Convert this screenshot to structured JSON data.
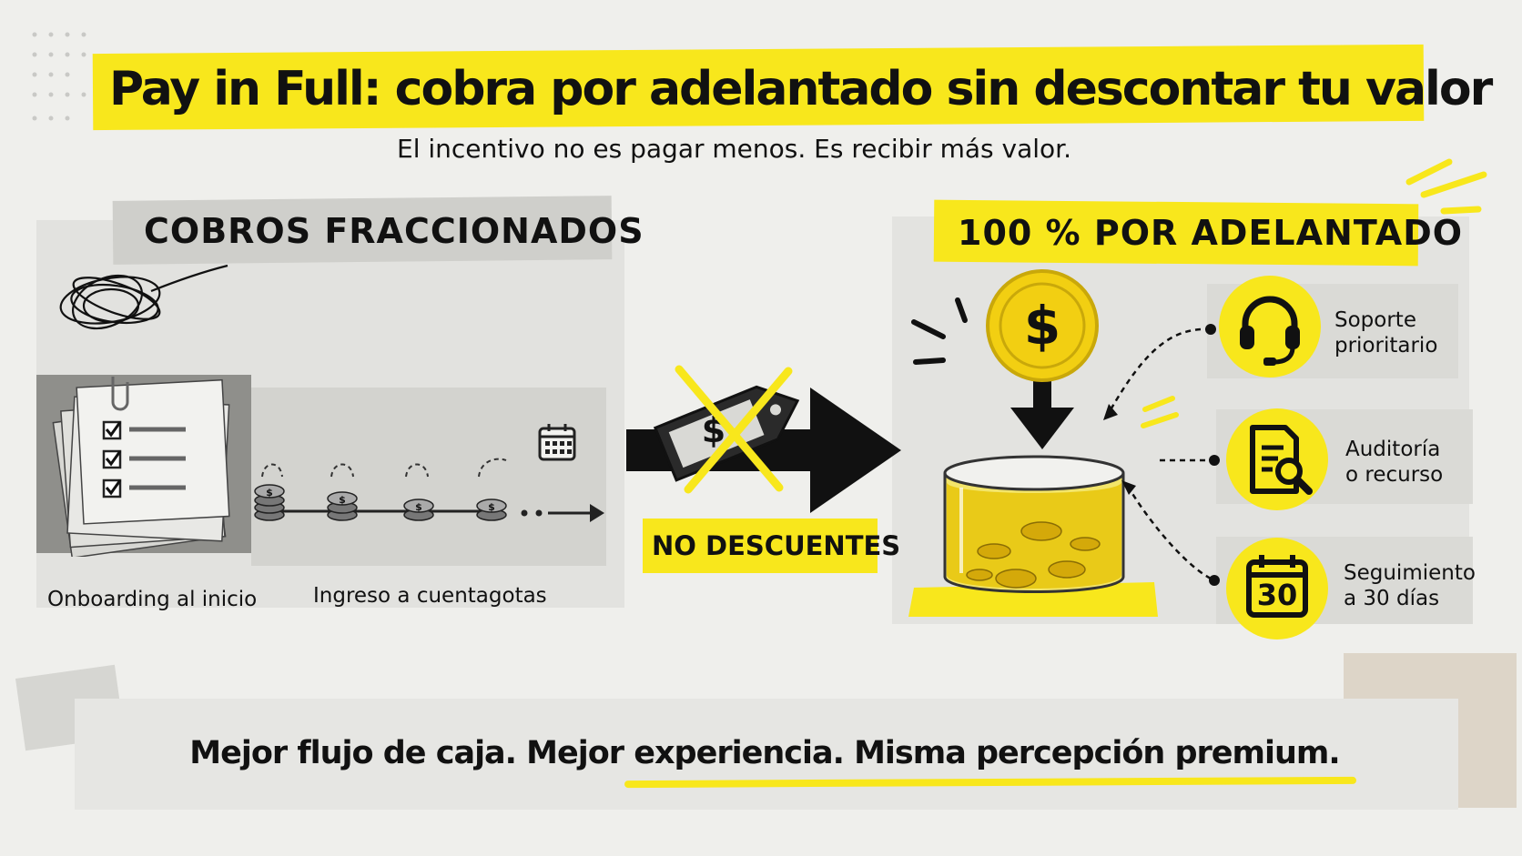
{
  "title": "Pay in Full: cobra por adelantado sin descontar tu valor",
  "subtitle": "El incentivo no es pagar menos. Es recibir más valor.",
  "left": {
    "label": "COBROS FRACCIONADOS",
    "caption_onboarding": "Onboarding al inicio",
    "caption_income": "Ingreso a cuentagotas"
  },
  "middle": {
    "badge": "NO DESCUENTES",
    "tag_symbol": "$"
  },
  "right": {
    "label": "100 % POR ADELANTADO",
    "coin_symbol": "$",
    "benefits": [
      {
        "line1": "Soporte",
        "line2": "prioritario",
        "icon": "headset-icon"
      },
      {
        "line1": "Auditoría",
        "line2": "o recurso",
        "icon": "document-search-icon"
      },
      {
        "line1": "Seguimiento",
        "line2": "a 30 días",
        "icon": "calendar-icon",
        "icon_text": "30"
      }
    ]
  },
  "footer": "Mejor flujo de caja. Mejor experiencia. Misma percepción premium.",
  "colors": {
    "accent": "#f8e71c",
    "ink": "#111111",
    "paper": "#e4e4e1",
    "coin": "#f2cf12"
  }
}
